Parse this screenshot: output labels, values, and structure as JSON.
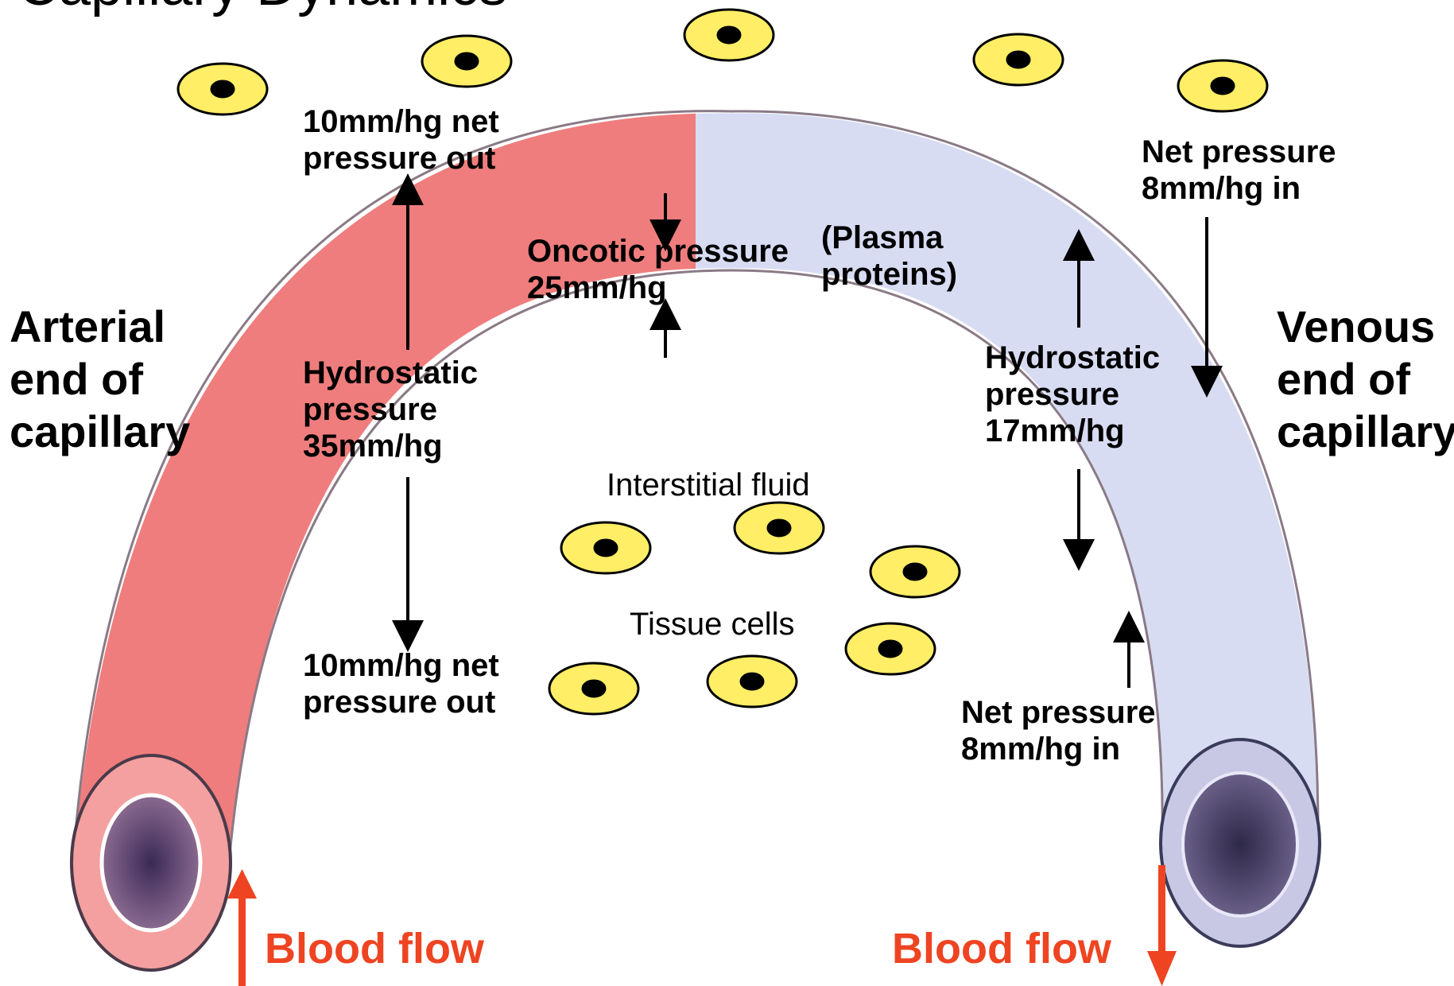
{
  "title": "Capillary Dynamics",
  "colors": {
    "arterial": "#f08080",
    "venous": "#d8dcf2",
    "cell_fill": "#ffee66",
    "flow_arrow": "#ee4422"
  },
  "labels": {
    "arterial_end": "Arterial end of capillary",
    "venous_end": "Venous end of capillary",
    "art_top_net": "10mm/hg net pressure out",
    "art_bottom_net": "10mm/hg net pressure out",
    "art_hydrostatic": "Hydrostatic pressure 35mm/hg",
    "oncotic": "Oncotic pressure 25mm/hg",
    "plasma_proteins": "(Plasma proteins)",
    "ven_hydrostatic": "Hydrostatic pressure 17mm/hg",
    "ven_top_net": "Net pressure 8mm/hg in",
    "ven_bottom_net": "Net pressure 8mm/hg in",
    "interstitial": "Interstitial fluid",
    "tissue_cells": "Tissue cells",
    "blood_flow_left": "Blood flow",
    "blood_flow_right": "Blood flow"
  }
}
